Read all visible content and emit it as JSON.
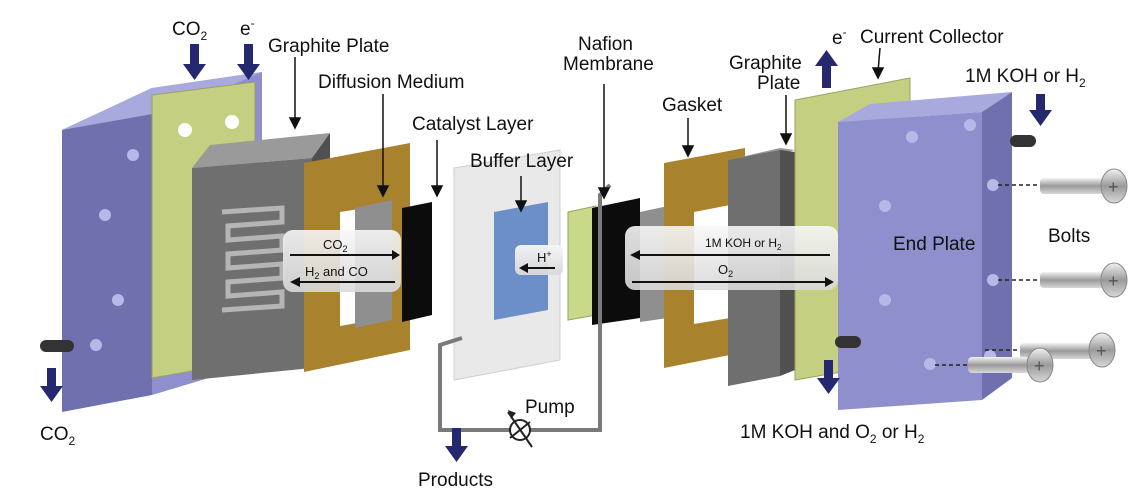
{
  "labels": {
    "co2_top": {
      "main": "CO",
      "sub": "2"
    },
    "e_top_left": {
      "main": "e",
      "sup": "-"
    },
    "graphite_plate_left": "Graphite Plate",
    "diffusion_medium": "Diffusion Medium",
    "catalyst_layer": "Catalyst Layer",
    "buffer_layer": "Buffer Layer",
    "nafion_line1": "Nafion",
    "nafion_line2": "Membrane",
    "gasket": "Gasket",
    "graphite_plate_right_line1": "Graphite",
    "graphite_plate_right_line2": "Plate",
    "e_top_right": {
      "main": "e",
      "sup": "-"
    },
    "current_collector": "Current Collector",
    "koh_h2_top": {
      "main": "1M KOH or H",
      "sub": "2"
    },
    "end_plate": "End Plate",
    "bolts": "Bolts",
    "co2_bottom": {
      "main": "CO",
      "sub": "2"
    },
    "pump": "Pump",
    "products": "Products",
    "koh_o2_bottom": {
      "pre": "1M KOH and O",
      "sub1": "2",
      "mid": " or H",
      "sub2": "2"
    }
  },
  "flows": {
    "left_in": {
      "main": "CO",
      "sub": "2"
    },
    "left_out": {
      "main": "H",
      "sub": "2",
      "rest": " and CO"
    },
    "proton": {
      "main": "H",
      "sup": "+"
    },
    "right_in": {
      "main": "1M KOH or H",
      "sub": "2"
    },
    "right_out": {
      "main": "O",
      "sub": "2"
    }
  },
  "colors": {
    "end_plate": "#8e8fcc",
    "end_plate_dark": "#6f70ad",
    "collector": "#c5cf82",
    "graphite": "#6f6f6f",
    "graphite_light": "#8f8f8f",
    "gasket": "#a9822e",
    "diffusion": "#8f8f8f",
    "catalyst": "#0c0c0c",
    "buffer_frame": "#e9e9e9",
    "buffer_core": "#6d8fc9",
    "nafion": "#c9d98a",
    "arrow": "#25286e",
    "tube": "#7a7a7a"
  }
}
